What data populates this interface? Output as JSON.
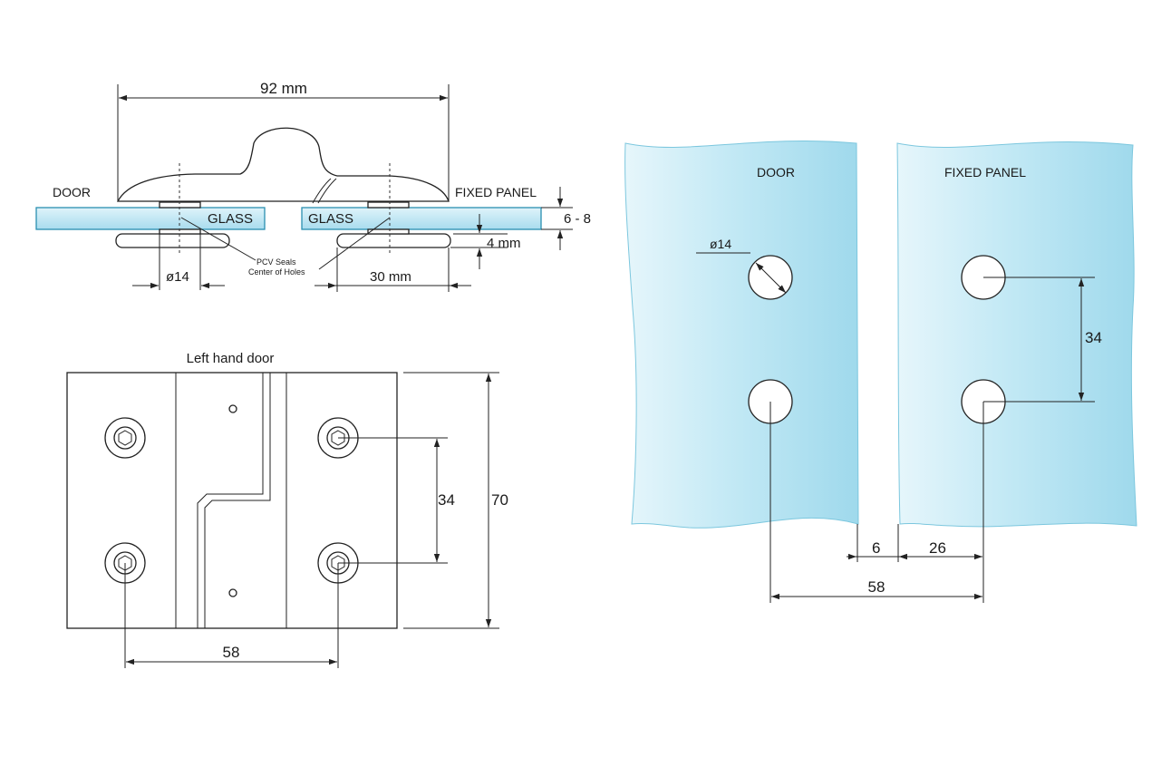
{
  "section_view": {
    "width_label": "92 mm",
    "door_label": "DOOR",
    "fixed_panel_label": "FIXED PANEL",
    "glass_left_label": "GLASS",
    "glass_right_label": "GLASS",
    "glass_thickness_label": "6 - 8",
    "gap_label": "4 mm",
    "seals_label": "PCV Seals",
    "holes_label": "Center of Holes",
    "hole_diameter_label": "ø14",
    "offset_label": "30 mm"
  },
  "front_view": {
    "title": "Left hand door",
    "hole_spacing_label": "34",
    "height_label": "70",
    "hole_distance_label": "58"
  },
  "glass_view": {
    "door_label": "DOOR",
    "fixed_panel_label": "FIXED PANEL",
    "hole_diameter_label": "ø14",
    "hole_spacing_label": "34",
    "gap_label": "6",
    "offset_label": "26",
    "hole_distance_label": "58"
  },
  "colors": {
    "glass_light": "#e6f6fb",
    "glass_mid": "#c3e9f5",
    "glass_dark": "#9fd9ec",
    "glass_edge": "#2a8fb0"
  }
}
